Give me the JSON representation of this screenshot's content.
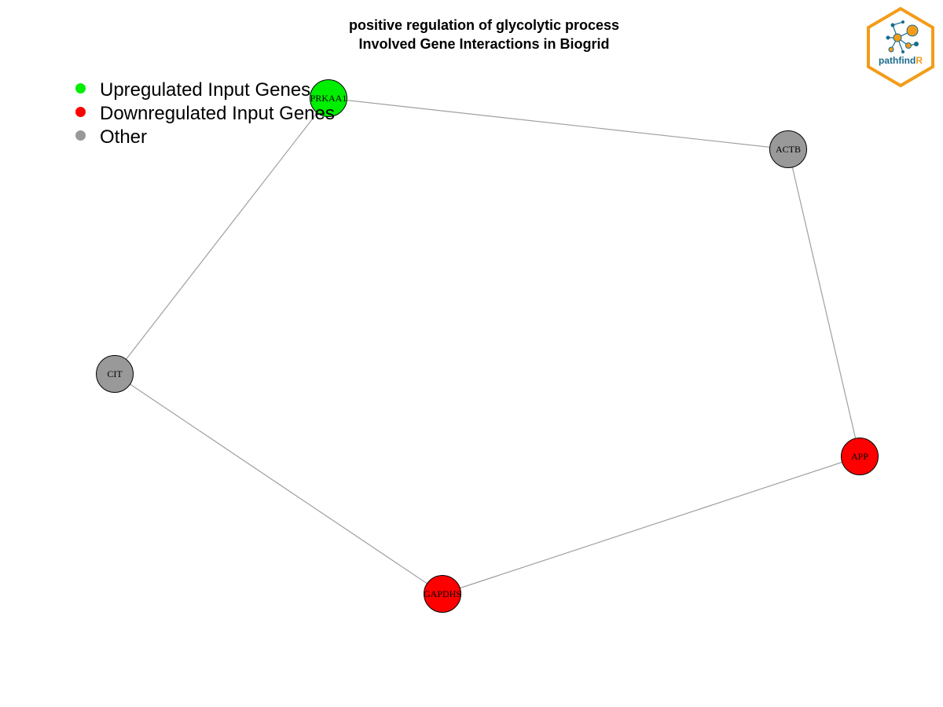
{
  "title": {
    "line1": "positive regulation of glycolytic process",
    "line2": "Involved Gene Interactions in Biogrid"
  },
  "legend": [
    {
      "label": "Upregulated Input Genes",
      "color": "#00ee00"
    },
    {
      "label": "Downregulated Input Genes",
      "color": "#ff0000"
    },
    {
      "label": "Other",
      "color": "#999999"
    }
  ],
  "logo": {
    "text": "pathfindR",
    "accent": "#f39c1a",
    "primary": "#1a6b8c"
  },
  "nodes": [
    {
      "id": "PRKAA1",
      "label": "PRKAA1",
      "status": "up"
    },
    {
      "id": "ACTB",
      "label": "ACTB",
      "status": "other"
    },
    {
      "id": "CIT",
      "label": "CIT",
      "status": "other"
    },
    {
      "id": "APP",
      "label": "APP",
      "status": "down"
    },
    {
      "id": "GAPDHS",
      "label": "GAPDHS",
      "status": "down"
    }
  ],
  "edges": [
    [
      "PRKAA1",
      "ACTB"
    ],
    [
      "PRKAA1",
      "CIT"
    ],
    [
      "ACTB",
      "APP"
    ],
    [
      "CIT",
      "GAPDHS"
    ],
    [
      "APP",
      "GAPDHS"
    ]
  ],
  "colors": {
    "up": "#00ee00",
    "down": "#ff0000",
    "other": "#999999",
    "edge": "#a0a0a0"
  }
}
